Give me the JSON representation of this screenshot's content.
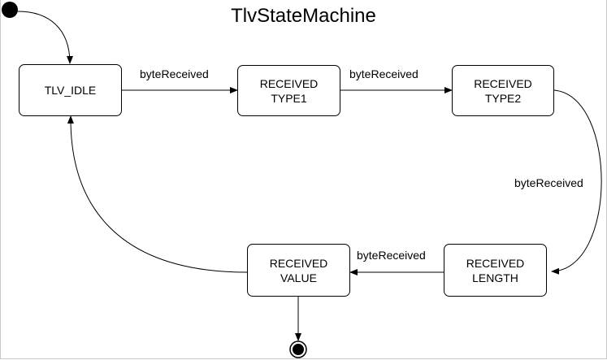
{
  "title": "TlvStateMachine",
  "states": {
    "idle": {
      "line1": "TLV_IDLE",
      "line2": ""
    },
    "type1": {
      "line1": "RECEIVED",
      "line2": "TYPE1"
    },
    "type2": {
      "line1": "RECEIVED",
      "line2": "TYPE2"
    },
    "length": {
      "line1": "RECEIVED",
      "line2": "LENGTH"
    },
    "value": {
      "line1": "RECEIVED",
      "line2": "VALUE"
    }
  },
  "transitions": {
    "idle_to_type1": "byteReceived",
    "type1_to_type2": "byteReceived",
    "type2_to_length": "byteReceived",
    "length_to_value": "byteReceived"
  },
  "pseudo_states": [
    "initial",
    "final"
  ]
}
